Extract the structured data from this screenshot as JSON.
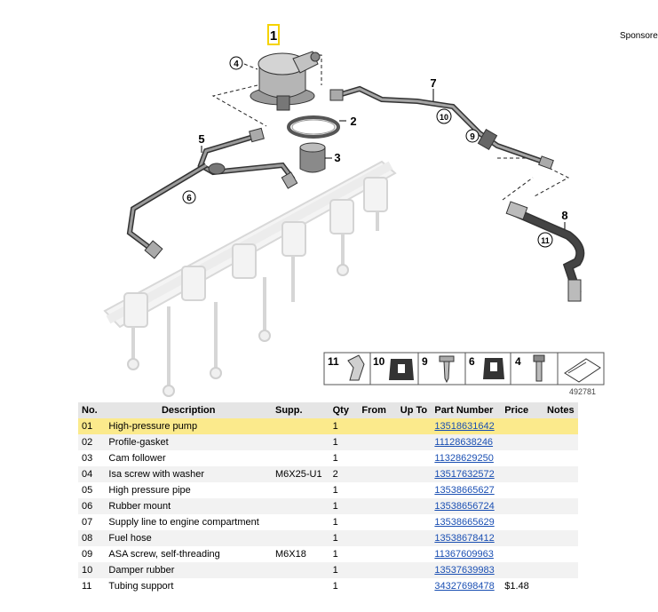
{
  "sponsored": "Sponsored",
  "diagram": {
    "diagram_number": "492781",
    "callouts": [
      "1",
      "2",
      "3",
      "4",
      "5",
      "6",
      "7",
      "8",
      "9",
      "10",
      "11"
    ],
    "legend": [
      "11",
      "10",
      "9",
      "6",
      "4"
    ],
    "highlight_color": "#f5d300"
  },
  "table": {
    "headers": {
      "no": "No.",
      "description": "Description",
      "supp": "Supp.",
      "qty": "Qty",
      "from": "From",
      "up_to": "Up To",
      "part_number": "Part Number",
      "price": "Price",
      "notes": "Notes"
    },
    "rows": [
      {
        "no": "01",
        "description": "High-pressure pump",
        "supp": "",
        "qty": "1",
        "part_number": "13518631642",
        "price": ""
      },
      {
        "no": "02",
        "description": "Profile-gasket",
        "supp": "",
        "qty": "1",
        "part_number": "11128638246",
        "price": ""
      },
      {
        "no": "03",
        "description": "Cam follower",
        "supp": "",
        "qty": "1",
        "part_number": "11328629250",
        "price": ""
      },
      {
        "no": "04",
        "description": "Isa screw with washer",
        "supp": "M6X25-U1",
        "qty": "2",
        "part_number": "13517632572",
        "price": ""
      },
      {
        "no": "05",
        "description": "High pressure pipe",
        "supp": "",
        "qty": "1",
        "part_number": "13538665627",
        "price": ""
      },
      {
        "no": "06",
        "description": "Rubber mount",
        "supp": "",
        "qty": "1",
        "part_number": "13538656724",
        "price": ""
      },
      {
        "no": "07",
        "description": "Supply line to engine compartment",
        "supp": "",
        "qty": "1",
        "part_number": "13538665629",
        "price": ""
      },
      {
        "no": "08",
        "description": "Fuel hose",
        "supp": "",
        "qty": "1",
        "part_number": "13538678412",
        "price": ""
      },
      {
        "no": "09",
        "description": "ASA screw, self-threading",
        "supp": "M6X18",
        "qty": "1",
        "part_number": "11367609963",
        "price": ""
      },
      {
        "no": "10",
        "description": "Damper rubber",
        "supp": "",
        "qty": "1",
        "part_number": "13537639983",
        "price": ""
      },
      {
        "no": "11",
        "description": "Tubing support",
        "supp": "",
        "qty": "1",
        "part_number": "34327698478",
        "price": "$1.48"
      }
    ]
  }
}
